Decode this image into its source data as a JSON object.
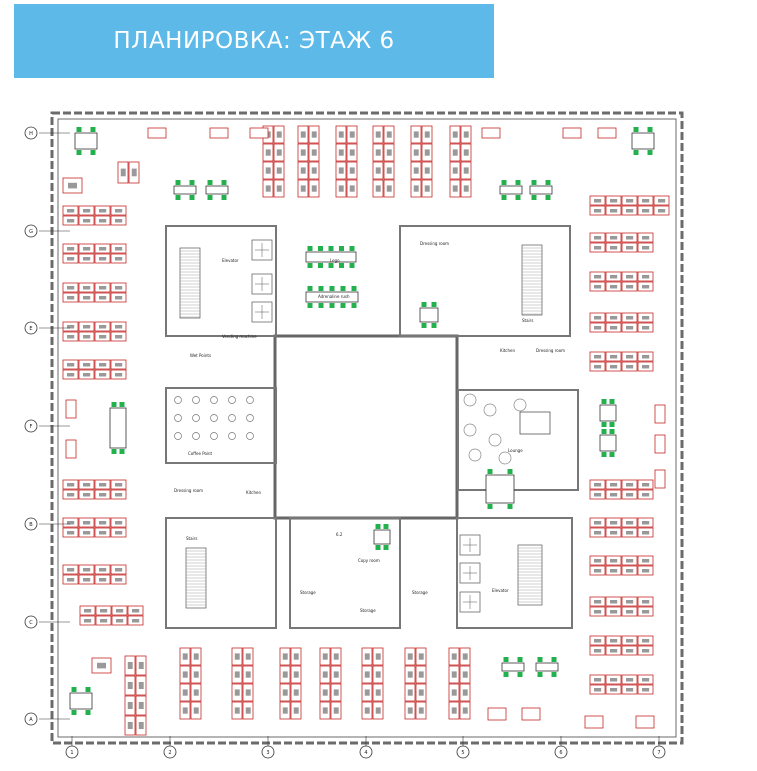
{
  "title": "ПЛАНИРОВКА: ЭТАЖ 6",
  "colors": {
    "banner": "#5db9e8",
    "desk_outline": "#c62828",
    "meeting_chair": "#22b14c",
    "wall": "#6b6b6b"
  },
  "grid_rows": [
    "H",
    "G",
    "E",
    "F",
    "B",
    "C",
    "A"
  ],
  "grid_cols": [
    "1",
    "2",
    "3",
    "4",
    "5",
    "6",
    "7"
  ],
  "room_labels": {
    "elevator_nw": "Elevator",
    "elevator_se": "Elevator",
    "meeting_top": "Lego",
    "meeting_mid": "Adrenaline rush",
    "vending": "Vending machine",
    "wet_points": "Wet Points",
    "coffee_point": "Coffee Point",
    "dressing_sw": "Dressing room",
    "kitchen_w": "Kitchen",
    "stairs_sw": "Stairs",
    "dressing_ne": "Dressing room",
    "stairs_ne": "Stairs",
    "kitchen_e": "Kitchen",
    "dressing_e": "Dressing room",
    "lounge": "Lounge",
    "copy_room": "Copy room",
    "storage_1": "Storage",
    "storage_2": "Storage",
    "storage_3": "Storage",
    "room_62": "6.2"
  }
}
